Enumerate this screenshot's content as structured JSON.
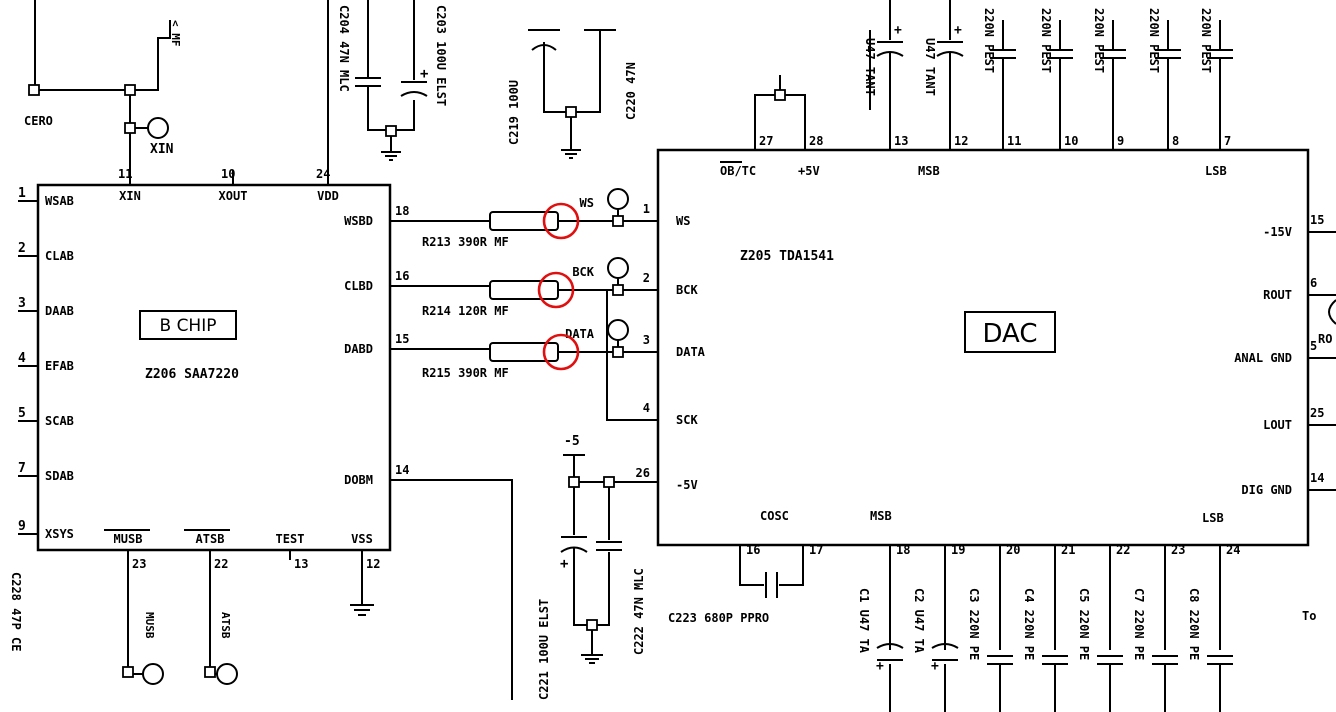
{
  "top": {
    "cero": "CERO",
    "xin_tp": "XIN",
    "mf_frag": "< MF",
    "c204": "C204 47N MLC",
    "c203": "C203 100U ELST",
    "c219": "C219 100U",
    "c220": "C220 47N",
    "u47a": "U47 TANT",
    "u47b": "U47 TANT",
    "c220n": [
      "220N PEST",
      "220N PEST",
      "220N PEST",
      "220N PEST",
      "220N PEST"
    ]
  },
  "chip": {
    "name": "B CHIP",
    "part": "Z206  SAA7220",
    "top_pins": [
      {
        "num": "11",
        "label": "XIN"
      },
      {
        "num": "10",
        "label": "XOUT"
      },
      {
        "num": "24",
        "label": "VDD"
      }
    ],
    "left_pins": [
      {
        "num": "1",
        "label": "WSAB"
      },
      {
        "num": "2",
        "label": "CLAB"
      },
      {
        "num": "3",
        "label": "DAAB"
      },
      {
        "num": "4",
        "label": "EFAB"
      },
      {
        "num": "5",
        "label": "SCAB"
      },
      {
        "num": "7",
        "label": "SDAB"
      },
      {
        "num": "9",
        "label": "XSYS"
      }
    ],
    "right_pins": [
      {
        "num": "18",
        "label": "WSBD"
      },
      {
        "num": "16",
        "label": "CLBD"
      },
      {
        "num": "15",
        "label": "DABD"
      },
      {
        "num": "14",
        "label": "DOBM"
      }
    ],
    "bottom_pins": [
      {
        "num": "23",
        "label": "MUSB"
      },
      {
        "num": "22",
        "label": "ATSB"
      },
      {
        "num": "13",
        "label": "TEST"
      },
      {
        "num": "12",
        "label": "VSS"
      }
    ],
    "musb_tp": "MUSB",
    "atsb_tp": "ATSB",
    "c228": "C228 47P CE"
  },
  "resistors": [
    {
      "label": "R213  390R MF",
      "tp": "WS"
    },
    {
      "label": "R214  120R MF",
      "tp": "BCK"
    },
    {
      "label": "R215  390R MF",
      "tp": "DATA"
    }
  ],
  "dac": {
    "name": "DAC",
    "part": "Z205  TDA1541",
    "top_pins": [
      {
        "num": "27",
        "label": "OB/TC"
      },
      {
        "num": "28",
        "label": "+5V"
      },
      {
        "num": "13",
        "label": "MSB"
      },
      {
        "num": "12",
        "label": ""
      },
      {
        "num": "11",
        "label": ""
      },
      {
        "num": "10",
        "label": ""
      },
      {
        "num": "9",
        "label": ""
      },
      {
        "num": "8",
        "label": ""
      },
      {
        "num": "7",
        "label": "LSB"
      }
    ],
    "left_pins": [
      {
        "num": "1",
        "label": "WS"
      },
      {
        "num": "2",
        "label": "BCK"
      },
      {
        "num": "3",
        "label": "DATA"
      },
      {
        "num": "4",
        "label": "SCK"
      },
      {
        "num": "26",
        "label": "-5V"
      }
    ],
    "right_pins": [
      {
        "num": "15",
        "label": "-15V"
      },
      {
        "num": "6",
        "label": "ROUT"
      },
      {
        "num": "5",
        "label": "ANAL GND"
      },
      {
        "num": "25",
        "label": "LOUT"
      },
      {
        "num": "14",
        "label": "DIG GND"
      }
    ],
    "bottom_pins": [
      {
        "num": "16",
        "label": "COSC"
      },
      {
        "num": "17",
        "label": ""
      },
      {
        "num": "18",
        "label": "MSB"
      },
      {
        "num": "19",
        "label": ""
      },
      {
        "num": "20",
        "label": ""
      },
      {
        "num": "21",
        "label": ""
      },
      {
        "num": "22",
        "label": ""
      },
      {
        "num": "23",
        "label": ""
      },
      {
        "num": "24",
        "label": "LSB"
      }
    ],
    "right_frag": [
      "RO"
    ],
    "to_frag": "To"
  },
  "bottom": {
    "minus5": "-5",
    "c221": "C221 100U ELST",
    "c222": "C222 47N MLC",
    "c223": "C223 680P PPRO",
    "caps": [
      "C1 U47 TA",
      "C2 U47 TA",
      "C3 220N PE",
      "C4 220N PE",
      "C5 220N PE",
      "C7 220N PE",
      "C8 220N PE"
    ]
  },
  "colors": {
    "ink": "#000000",
    "highlight": "#e01010",
    "paper": "#ffffff"
  }
}
